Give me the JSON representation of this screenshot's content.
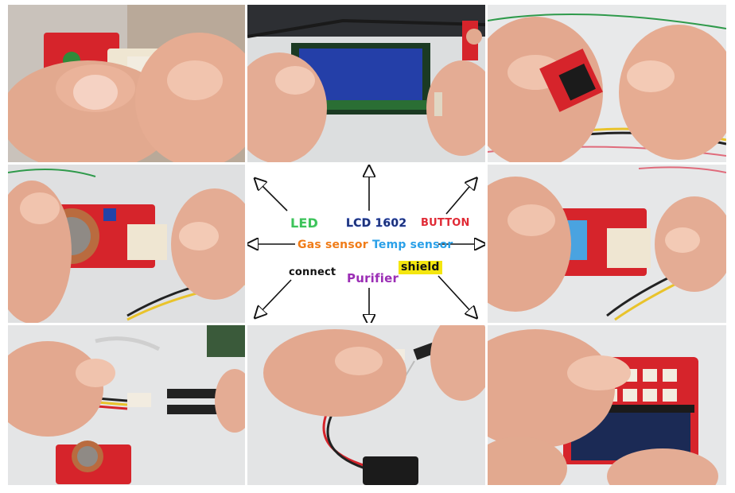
{
  "labels": {
    "led": "LED",
    "lcd": "LCD 1602",
    "button": "BUTTON",
    "gas": "Gas sensor",
    "temp": "Temp sensor",
    "connect": "connect",
    "purifier": "Purifier",
    "shield": "shield"
  },
  "photos": [
    {
      "name": "LED module in hand"
    },
    {
      "name": "LCD 1602 display module"
    },
    {
      "name": "Button module"
    },
    {
      "name": "Gas sensor module"
    },
    {
      "name": "Temperature sensor module"
    },
    {
      "name": "Connecting jumper wires"
    },
    {
      "name": "Purifier fan wire"
    },
    {
      "name": "Shield board"
    }
  ],
  "colors": {
    "led": "#3cc35a",
    "lcd": "#1c2f6e",
    "button": "#e02a35",
    "gas": "#f07c18",
    "temp": "#2aa0e8",
    "connect": "#111111",
    "purifier": "#9b2db5",
    "shield_bg": "#f4e60f"
  }
}
